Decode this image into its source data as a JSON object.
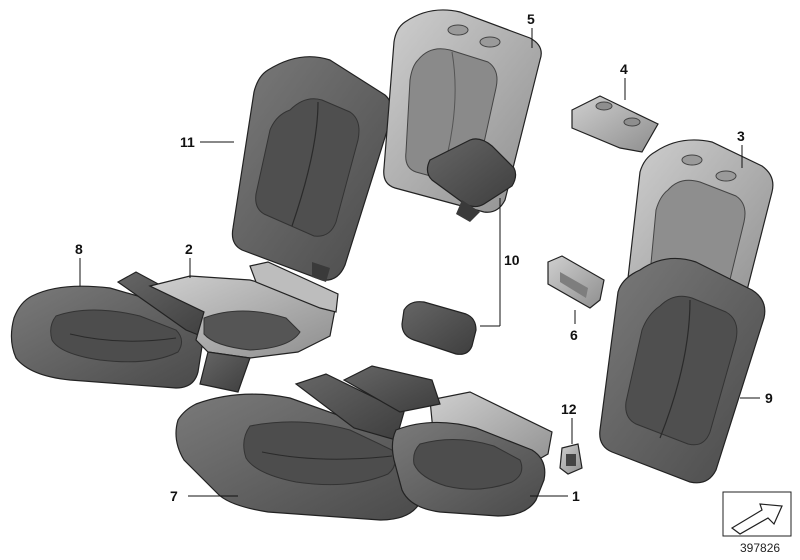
{
  "callouts": {
    "c1": "1",
    "c2": "2",
    "c3": "3",
    "c4": "4",
    "c5": "5",
    "c6": "6",
    "c7": "7",
    "c8": "8",
    "c9": "9",
    "c10": "10",
    "c11": "11",
    "c12": "12"
  },
  "reference_number": "397826",
  "colors": {
    "cushion_dark": "#5b5b5b",
    "cushion_mid": "#6e6e6e",
    "frame_light": "#a9a9a9",
    "frame_lighter": "#c3c3c3",
    "outline": "#222222"
  }
}
